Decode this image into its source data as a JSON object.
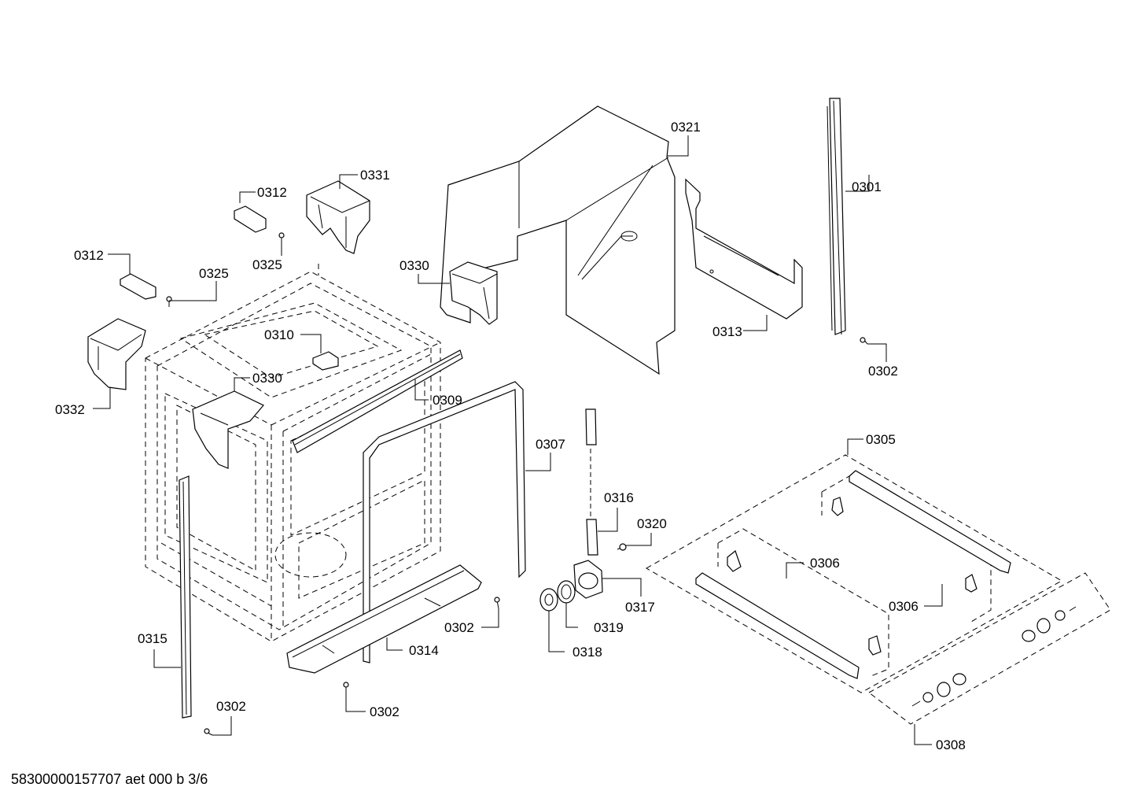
{
  "footer": "58300000157707 aet 000 b 3/6",
  "labels": {
    "l0321": "0321",
    "l0331": "0331",
    "l0312a": "0312",
    "l0312b": "0312",
    "l0325a": "0325",
    "l0325b": "0325",
    "l0301": "0301",
    "l0330a": "0330",
    "l0330b": "0330",
    "l0310": "0310",
    "l0313": "0313",
    "l0302a": "0302",
    "l0302b": "0302",
    "l0302c": "0302",
    "l0302d": "0302",
    "l0332": "0332",
    "l0309": "0309",
    "l0305": "0305",
    "l0307": "0307",
    "l0316": "0316",
    "l0320": "0320",
    "l0306a": "0306",
    "l0306b": "0306",
    "l0317": "0317",
    "l0315": "0315",
    "l0319": "0319",
    "l0314": "0314",
    "l0318": "0318",
    "l0308": "0308"
  }
}
